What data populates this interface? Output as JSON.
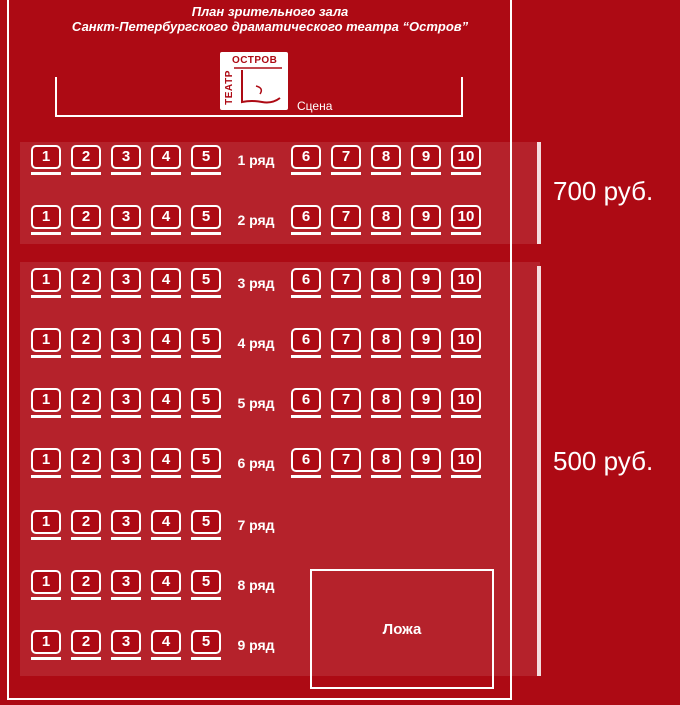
{
  "title": {
    "line1": "План зрительного зала",
    "line2": "Санкт-Петербургского драматического театра “Остров”"
  },
  "logo": {
    "top": "ОСТРОВ",
    "side": "ТЕАТР"
  },
  "stage": {
    "label": "Сцена"
  },
  "prices": [
    {
      "label": "700 руб.",
      "rows": [
        1,
        2
      ]
    },
    {
      "label": "500 руб.",
      "rows": [
        3,
        4,
        5,
        6,
        7,
        8,
        9
      ]
    }
  ],
  "rows": [
    {
      "label": "1 ряд",
      "left": [
        "1",
        "2",
        "3",
        "4",
        "5"
      ],
      "right": [
        "6",
        "7",
        "8",
        "9",
        "10"
      ]
    },
    {
      "label": "2 ряд",
      "left": [
        "1",
        "2",
        "3",
        "4",
        "5"
      ],
      "right": [
        "6",
        "7",
        "8",
        "9",
        "10"
      ]
    },
    {
      "label": "3 ряд",
      "left": [
        "1",
        "2",
        "3",
        "4",
        "5"
      ],
      "right": [
        "6",
        "7",
        "8",
        "9",
        "10"
      ]
    },
    {
      "label": "4 ряд",
      "left": [
        "1",
        "2",
        "3",
        "4",
        "5"
      ],
      "right": [
        "6",
        "7",
        "8",
        "9",
        "10"
      ]
    },
    {
      "label": "5 ряд",
      "left": [
        "1",
        "2",
        "3",
        "4",
        "5"
      ],
      "right": [
        "6",
        "7",
        "8",
        "9",
        "10"
      ]
    },
    {
      "label": "6 ряд",
      "left": [
        "1",
        "2",
        "3",
        "4",
        "5"
      ],
      "right": [
        "6",
        "7",
        "8",
        "9",
        "10"
      ]
    },
    {
      "label": "7 ряд",
      "left": [
        "1",
        "2",
        "3",
        "4",
        "5"
      ],
      "right": []
    },
    {
      "label": "8 ряд",
      "left": [
        "1",
        "2",
        "3",
        "4",
        "5"
      ],
      "right": []
    },
    {
      "label": "9 ряд",
      "left": [
        "1",
        "2",
        "3",
        "4",
        "5"
      ],
      "right": []
    }
  ],
  "loge": {
    "label": "Ложа"
  },
  "colors": {
    "background": "#ad0a14",
    "foreground": "#ffffff"
  }
}
